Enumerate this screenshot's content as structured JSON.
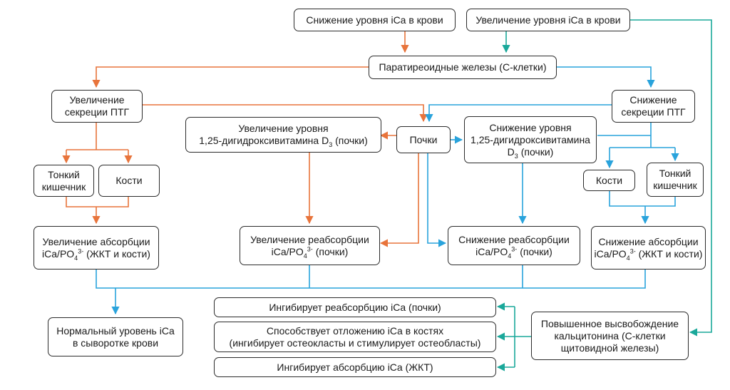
{
  "colors": {
    "orange": "#e8743b",
    "blue": "#29a3dc",
    "teal": "#1aa89a",
    "border": "#2b2b2b"
  },
  "nodes": {
    "decrease_ca": "Снижение уровня iCa в крови",
    "increase_ca": "Увеличение уровня iCa в крови",
    "parathyroid": "Паратиреоидные железы (С-клетки)",
    "increase_pth": [
      "Увеличение",
      "секреции ПТГ"
    ],
    "decrease_pth": [
      "Снижение",
      "секреции ПТГ"
    ],
    "increase_vitd": {
      "line1": "Увеличение уровня",
      "line2_pre": "1,25-дигидроксивитамина D",
      "line2_sub": "3",
      "line2_post": " (почки)"
    },
    "kidneys": "Почки",
    "decrease_vitd": {
      "line1": "Снижение уровня",
      "line2": "1,25-дигидроксивитамина",
      "line3_pre": "D",
      "line3_sub": "3",
      "line3_post": " (почки)"
    },
    "intestine_left": [
      "Тонкий",
      "кишечник"
    ],
    "bones_left": "Кости",
    "bones_right": "Кости",
    "intestine_right": [
      "Тонкий",
      "кишечник"
    ],
    "increase_absorption": {
      "line1": "Увеличение абсорбции",
      "pre": "iCa/PO",
      "sub": "4",
      "sup": "3-",
      "post": " (ЖКТ и кости)"
    },
    "increase_reabsorption": {
      "line1": "Увеличение реабсорбции",
      "pre": "iCa/PO",
      "sub": "4",
      "sup": "3-",
      "post": " (почки)"
    },
    "decrease_reabsorption": {
      "line1": "Снижение реабсорбции",
      "pre": "iCa/PO",
      "sub": "4",
      "sup": "3-",
      "post": " (почки)"
    },
    "decrease_absorption": {
      "line1": "Снижение абсорбции",
      "pre": "iCa/PO",
      "sub": "4",
      "sup": "3-",
      "post": " (ЖКТ и кости)"
    },
    "normal_level": [
      "Нормальный уровень iCa",
      "в сыворотке крови"
    ],
    "inhibit_reabsorption": "Ингибирует реабсорбцию iCa (почки)",
    "promote_deposition": [
      "Способствует отложению iCa в костях",
      "(ингибирует остеокласты и стимулирует остеобласты)"
    ],
    "inhibit_absorption": "Ингибирует абсорбцию iCa (ЖКТ)",
    "calcitonin": [
      "Повышенное высвобождение",
      "кальцитонина (С-клетки",
      "щитовидной железы)"
    ]
  }
}
